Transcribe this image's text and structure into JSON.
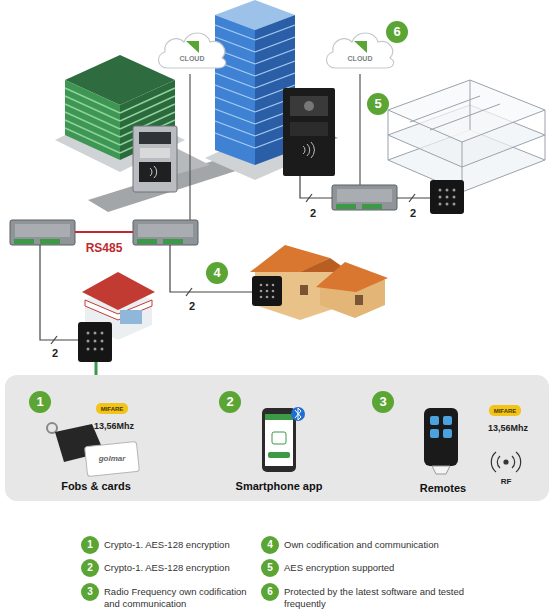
{
  "diagram": {
    "nodes": [
      {
        "text": [
          "CLOUD"
        ]
      },
      {
        "text": [
          "CLOUD"
        ]
      }
    ],
    "labels": [
      "6",
      "5",
      "2",
      "2",
      "RS485",
      "4",
      "2",
      "2",
      "1",
      "MIFARE",
      "13,56Mhz",
      "golmar",
      "Fobs & cards",
      "2",
      "Smartphone app",
      "3",
      "MIFARE",
      "13,56Mhz",
      "RF",
      "Remotes",
      "1",
      "2",
      "3",
      "4",
      "5",
      "6"
    ],
    "legend": [
      {
        "text": "Crypto-1. AES-128 encryption"
      },
      {
        "text": "Crypto-1. AES-128 encryption"
      },
      {
        "text": "Radio Frequency own codification and communication"
      },
      {
        "text": "Own codification and communication"
      },
      {
        "text": "AES encryption supported"
      },
      {
        "text": "Protected by the latest software and tested frequently"
      }
    ]
  }
}
